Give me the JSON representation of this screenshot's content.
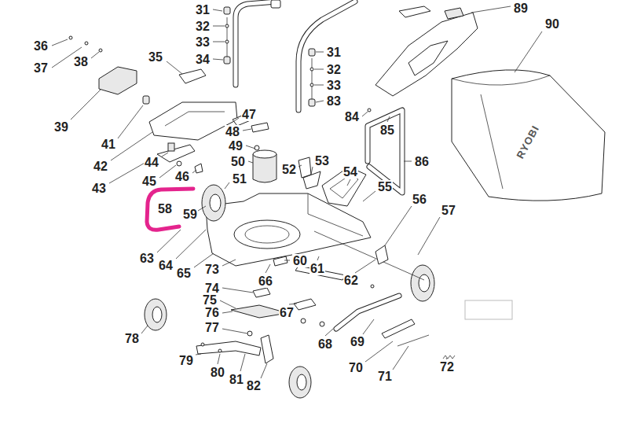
{
  "diagram": {
    "labels": [
      "31",
      "89",
      "90",
      "36",
      "32",
      "33",
      "37",
      "38",
      "35",
      "31",
      "34",
      "32",
      "33",
      "83",
      "84",
      "39",
      "47",
      "85",
      "48",
      "41",
      "49",
      "86",
      "42",
      "44",
      "50",
      "52",
      "53",
      "54",
      "43",
      "45",
      "46",
      "51",
      "55",
      "56",
      "58",
      "57",
      "59",
      "63",
      "64",
      "60",
      "61",
      "65",
      "73",
      "66",
      "62",
      "74",
      "75",
      "67",
      "76",
      "77",
      "78",
      "68",
      "69",
      "70",
      "79",
      "72",
      "71",
      "80",
      "81",
      "82",
      "RYOBI"
    ]
  }
}
